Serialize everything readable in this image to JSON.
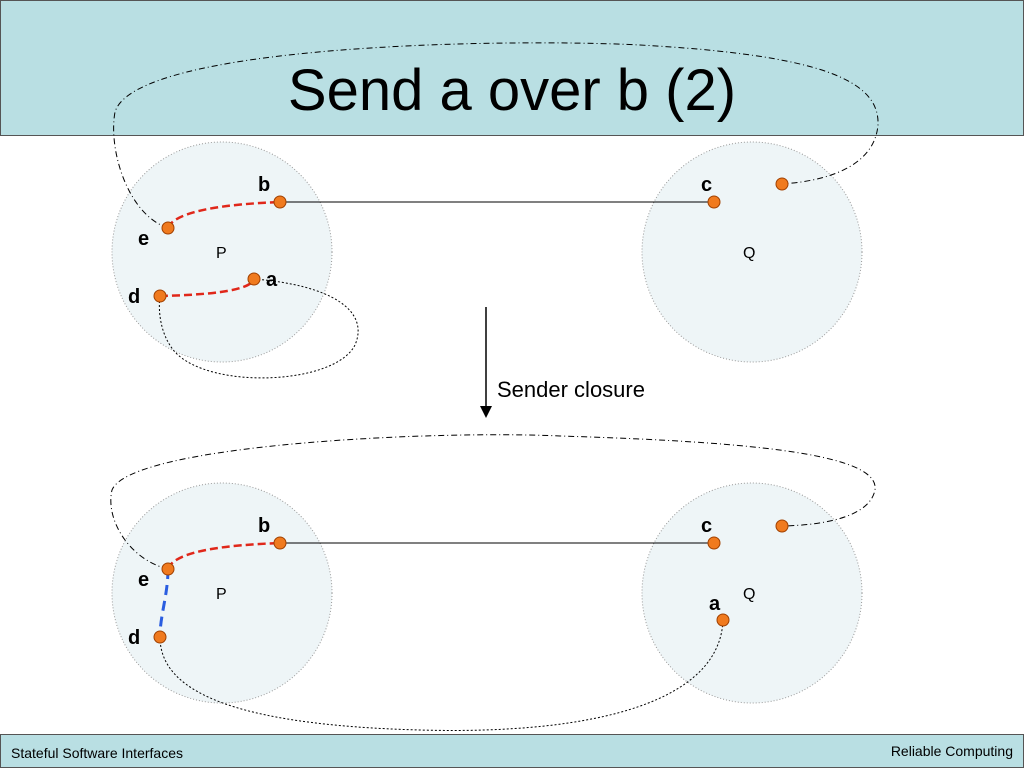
{
  "slide": {
    "title": "Send a over b (2)",
    "footer_left": "Stateful Software Interfaces",
    "footer_right": "Reliable Computing"
  },
  "colors": {
    "header_bg": "#b9dfe3",
    "node_fill": "#f07a1e",
    "process_fill": "#eef5f7",
    "red_link": "#e0271a",
    "blue_link": "#2a5de0"
  },
  "transition": {
    "label": "Sender closure"
  },
  "before": {
    "process_p": "P",
    "process_q": "Q",
    "nodes": {
      "b": "b",
      "c": "c",
      "e": "e",
      "d": "d",
      "a": "a"
    }
  },
  "after": {
    "process_p": "P",
    "process_q": "Q",
    "nodes": {
      "b": "b",
      "c": "c",
      "e": "e",
      "d": "d",
      "a": "a"
    }
  }
}
